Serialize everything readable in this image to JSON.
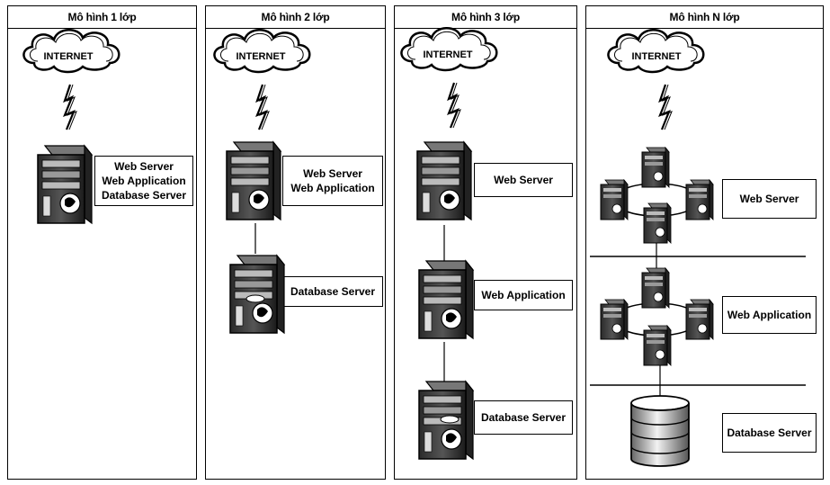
{
  "panels": [
    {
      "title": "Mô hình 1 lớp",
      "labels": [
        {
          "lines": [
            "Web Server",
            "Web Application",
            "Database Server"
          ]
        }
      ]
    },
    {
      "title": "Mô hình 2 lớp",
      "labels": [
        {
          "lines": [
            "Web Server",
            "Web Application"
          ]
        },
        {
          "lines": [
            "Database Server"
          ]
        }
      ]
    },
    {
      "title": "Mô hình 3 lớp",
      "labels": [
        {
          "lines": [
            "Web Server"
          ]
        },
        {
          "lines": [
            "Web Application"
          ]
        },
        {
          "lines": [
            "Database Server"
          ]
        }
      ]
    },
    {
      "title": "Mô hình N lớp",
      "labels": [
        {
          "lines": [
            "Web Server"
          ]
        },
        {
          "lines": [
            "Web Application"
          ]
        },
        {
          "lines": [
            "Database Server"
          ]
        }
      ]
    }
  ],
  "cloud_label": "INTERNET",
  "icons": {
    "cloud": "internet-cloud-icon",
    "link": "lightning-link-icon",
    "server": "server-tower-icon",
    "database": "database-cylinder-icon"
  }
}
